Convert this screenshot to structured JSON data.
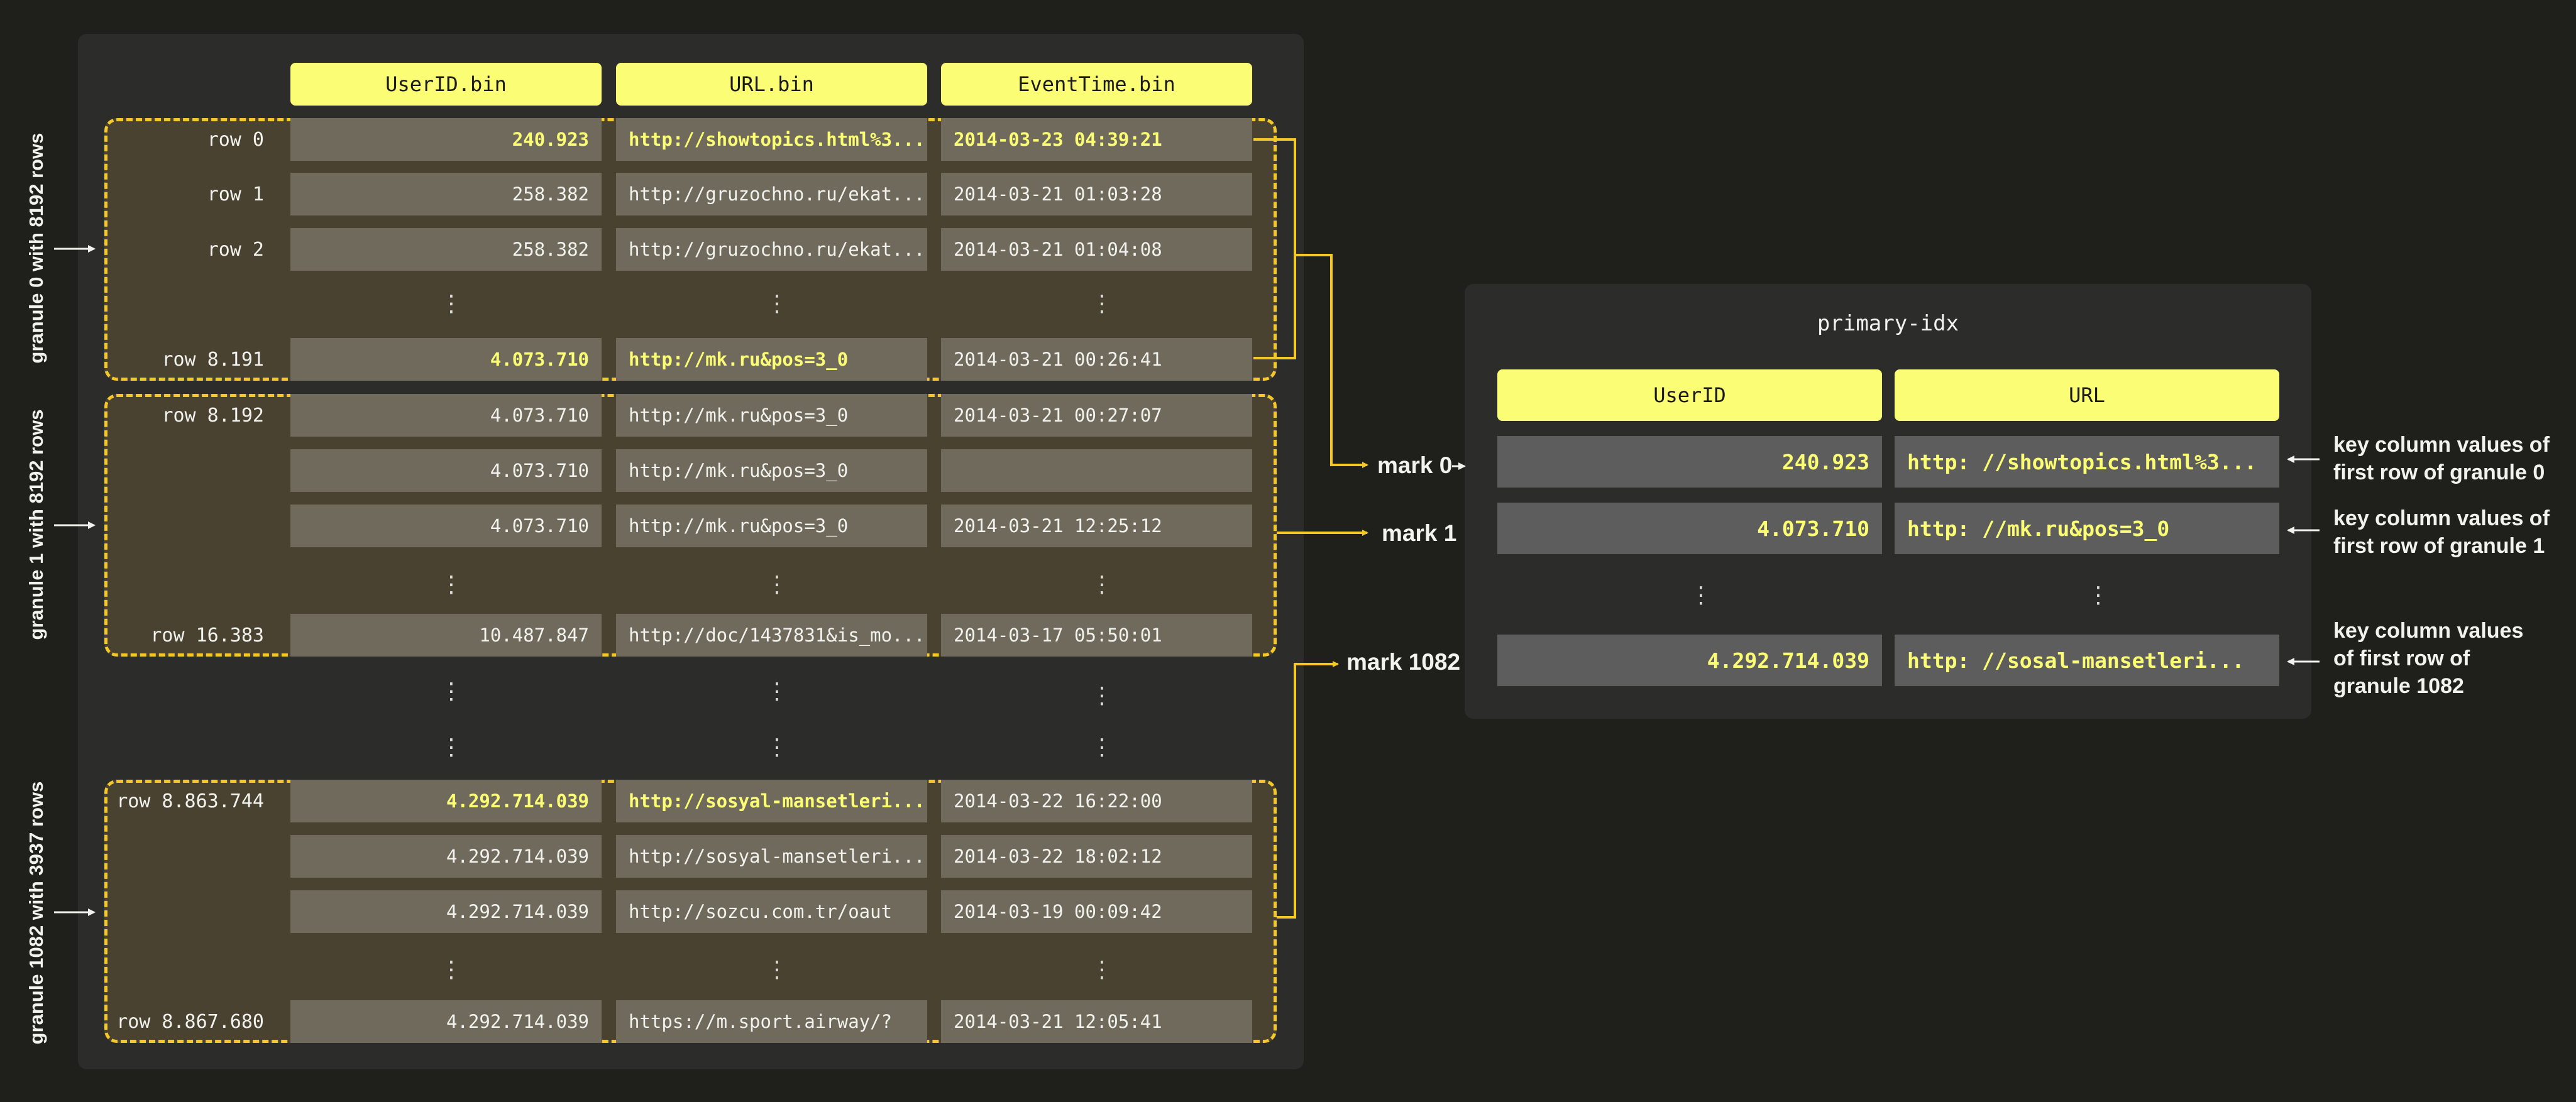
{
  "columns": [
    "UserID.bin",
    "URL.bin",
    "EventTime.bin"
  ],
  "granules": [
    {
      "label": "granule 0 with  8192 rows",
      "rows": [
        {
          "label": "row 0",
          "userid": "240.923",
          "url": "http://showtopics.html%3...",
          "time": "2014-03-23 04:39:21"
        },
        {
          "label": "row 1",
          "userid": "258.382",
          "url": "http://gruzochno.ru/ekat...",
          "time": "2014-03-21 01:03:28"
        },
        {
          "label": "row 2",
          "userid": "258.382",
          "url": "http://gruzochno.ru/ekat...",
          "time": "2014-03-21 01:04:08"
        },
        {
          "label": "row 8.191",
          "userid": "4.073.710",
          "url": "http://mk.ru&pos=3_0",
          "time": "2014-03-21 00:26:41"
        }
      ]
    },
    {
      "label": "granule 1 with  8192 rows",
      "rows": [
        {
          "label": "row 8.192",
          "userid": "4.073.710",
          "url": "http://mk.ru&pos=3_0",
          "time": "2014-03-21 00:27:07"
        },
        {
          "label": "",
          "userid": "4.073.710",
          "url": "http://mk.ru&pos=3_0",
          "time": ""
        },
        {
          "label": "",
          "userid": "4.073.710",
          "url": "http://mk.ru&pos=3_0",
          "time": "2014-03-21 12:25:12"
        },
        {
          "label": "row 16.383",
          "userid": "10.487.847",
          "url": "http://doc/1437831&is_mo...",
          "time": "2014-03-17 05:50:01"
        }
      ]
    },
    {
      "label": "granule 1082  with  3937 rows",
      "rows": [
        {
          "label": "row 8.863.744",
          "userid": "4.292.714.039",
          "url": "http://sosyal-mansetleri...",
          "time": "2014-03-22 16:22:00"
        },
        {
          "label": "",
          "userid": "4.292.714.039",
          "url": "http://sosyal-mansetleri...",
          "time": "2014-03-22 18:02:12"
        },
        {
          "label": "",
          "userid": "4.292.714.039",
          "url": "http://sozcu.com.tr/oaut",
          "time": "2014-03-19 00:09:42"
        },
        {
          "label": "row 8.867.680",
          "userid": "4.292.714.039",
          "url": "https://m.sport.airway/?",
          "time": "2014-03-21 12:05:41"
        }
      ]
    }
  ],
  "marks": [
    "mark 0",
    "mark 1",
    "mark 1082"
  ],
  "index": {
    "title": "primary-idx",
    "columns": [
      "UserID",
      "URL"
    ],
    "entries": [
      {
        "userid": "240.923",
        "url": "http: //showtopics.html%3...",
        "note": [
          "key column values of",
          "first row of granule 0"
        ]
      },
      {
        "userid": "4.073.710",
        "url": "http: //mk.ru&pos=3_0",
        "note": [
          "key column values of",
          "first row of granule 1"
        ]
      },
      {
        "userid": "4.292.714.039",
        "url": "http: //sosal-mansetleri...",
        "note": [
          "key column values",
          "of first row of",
          "granule 1082"
        ]
      }
    ]
  },
  "colors": {
    "accent": "#fbfd74",
    "granule_border": "#f5c829",
    "panel": "#2c2c2b",
    "cell": "#6f6a5b",
    "index_cell": "#5d5d5d"
  }
}
